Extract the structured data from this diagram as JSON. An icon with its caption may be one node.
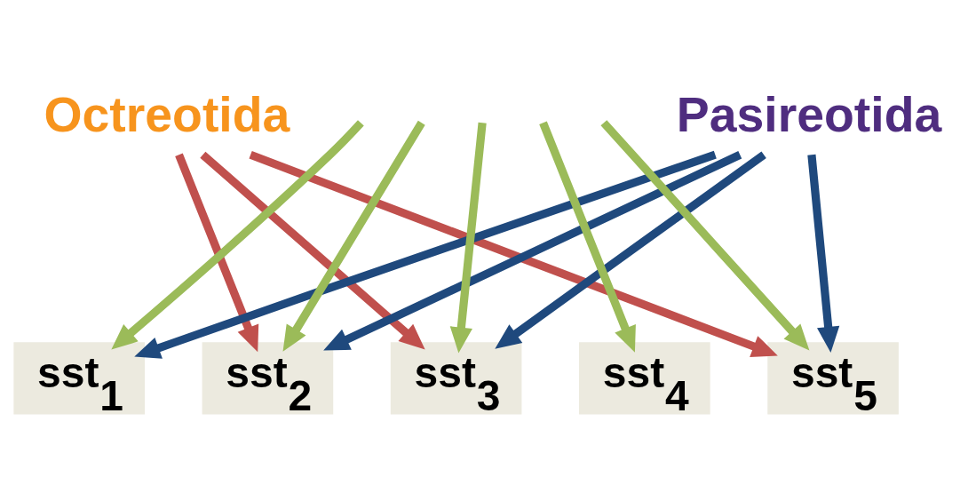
{
  "diagram": {
    "nodes": [
      {
        "text": [
          "Octreotida"
        ]
      },
      {
        "text": [
          "Pasireotida"
        ]
      },
      {
        "text": [
          "sst$_{1}$"
        ]
      },
      {
        "text": [
          "sst$_{2}$"
        ]
      },
      {
        "text": [
          "sst$_{3}$"
        ]
      },
      {
        "text": [
          "sst$_{4}$"
        ]
      },
      {
        "text": [
          "sst$_{5}$"
        ]
      }
    ],
    "edges": [
      {
        "from": null,
        "to": 2,
        "arrow": "to"
      },
      {
        "from": null,
        "to": 3,
        "arrow": "to"
      },
      {
        "from": null,
        "to": 4,
        "arrow": "to"
      },
      {
        "from": null,
        "to": 5,
        "arrow": "to"
      },
      {
        "from": null,
        "to": 6,
        "arrow": "to"
      },
      {
        "from": 0,
        "to": 3,
        "arrow": "to",
        "color": "#c0504d"
      },
      {
        "from": 0,
        "to": 4,
        "arrow": "to",
        "color": "#c0504d"
      },
      {
        "from": 0,
        "to": 6,
        "arrow": "to",
        "color": "#c0504d"
      },
      {
        "from": 1,
        "to": 2,
        "arrow": "to",
        "color": "#1f497d"
      },
      {
        "from": 1,
        "to": 3,
        "arrow": "to",
        "color": "#1f497d"
      },
      {
        "from": 1,
        "to": 4,
        "arrow": "to",
        "color": "#1f497d"
      },
      {
        "from": 1,
        "to": 6,
        "arrow": "to",
        "color": "#1f497d"
      }
    ]
  }
}
